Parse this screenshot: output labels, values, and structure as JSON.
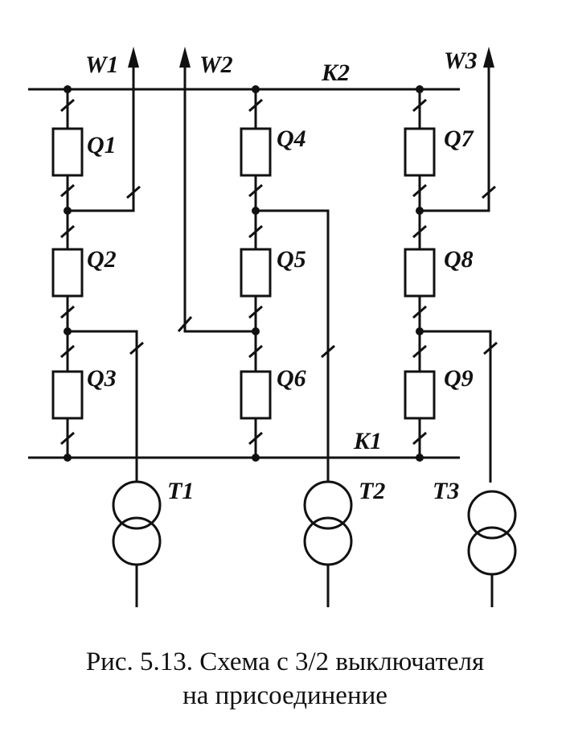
{
  "labels": {
    "w1": "W1",
    "w2": "W2",
    "w3": "W3",
    "k1": "K1",
    "k2": "K2",
    "q1": "Q1",
    "q2": "Q2",
    "q3": "Q3",
    "q4": "Q4",
    "q5": "Q5",
    "q6": "Q6",
    "q7": "Q7",
    "q8": "Q8",
    "q9": "Q9",
    "t1": "T1",
    "t2": "T2",
    "t3": "T3"
  },
  "caption": {
    "line1": "Рис. 5.13. Схема с 3/2 выключателя",
    "line2": "на присоединение"
  }
}
